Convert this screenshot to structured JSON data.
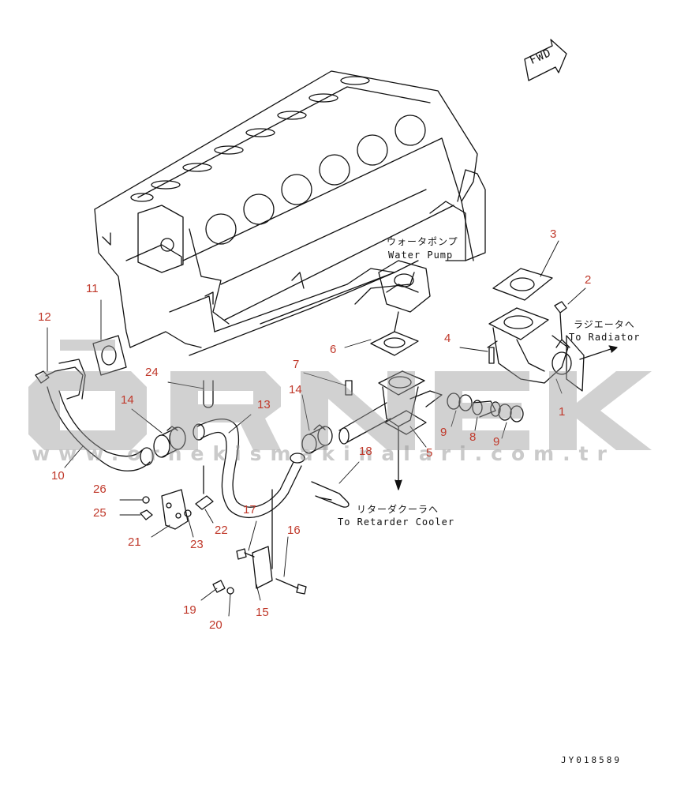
{
  "labels": {
    "water_pump_jp": "ウォータポンプ",
    "water_pump_en": "Water Pump",
    "radiator_jp": "ラジエータへ",
    "radiator_en": "To Radiator",
    "retarder_jp": "リターダクーラへ",
    "retarder_en": "To Retarder Cooler",
    "fwd": "FWD",
    "drawing_code": "JY018589"
  },
  "watermark": {
    "brand": "ÖRNEK",
    "url": "www.ornekismakinalari.com.tr"
  },
  "part_numbers": [
    "1",
    "2",
    "3",
    "4",
    "5",
    "6",
    "7",
    "8",
    "9",
    "9",
    "10",
    "11",
    "12",
    "13",
    "14",
    "14",
    "15",
    "16",
    "17",
    "18",
    "19",
    "20",
    "21",
    "22",
    "23",
    "24",
    "25",
    "26"
  ],
  "colors": {
    "callout": "#c0392b",
    "line": "#111111",
    "watermark": "#9a9a9a"
  }
}
